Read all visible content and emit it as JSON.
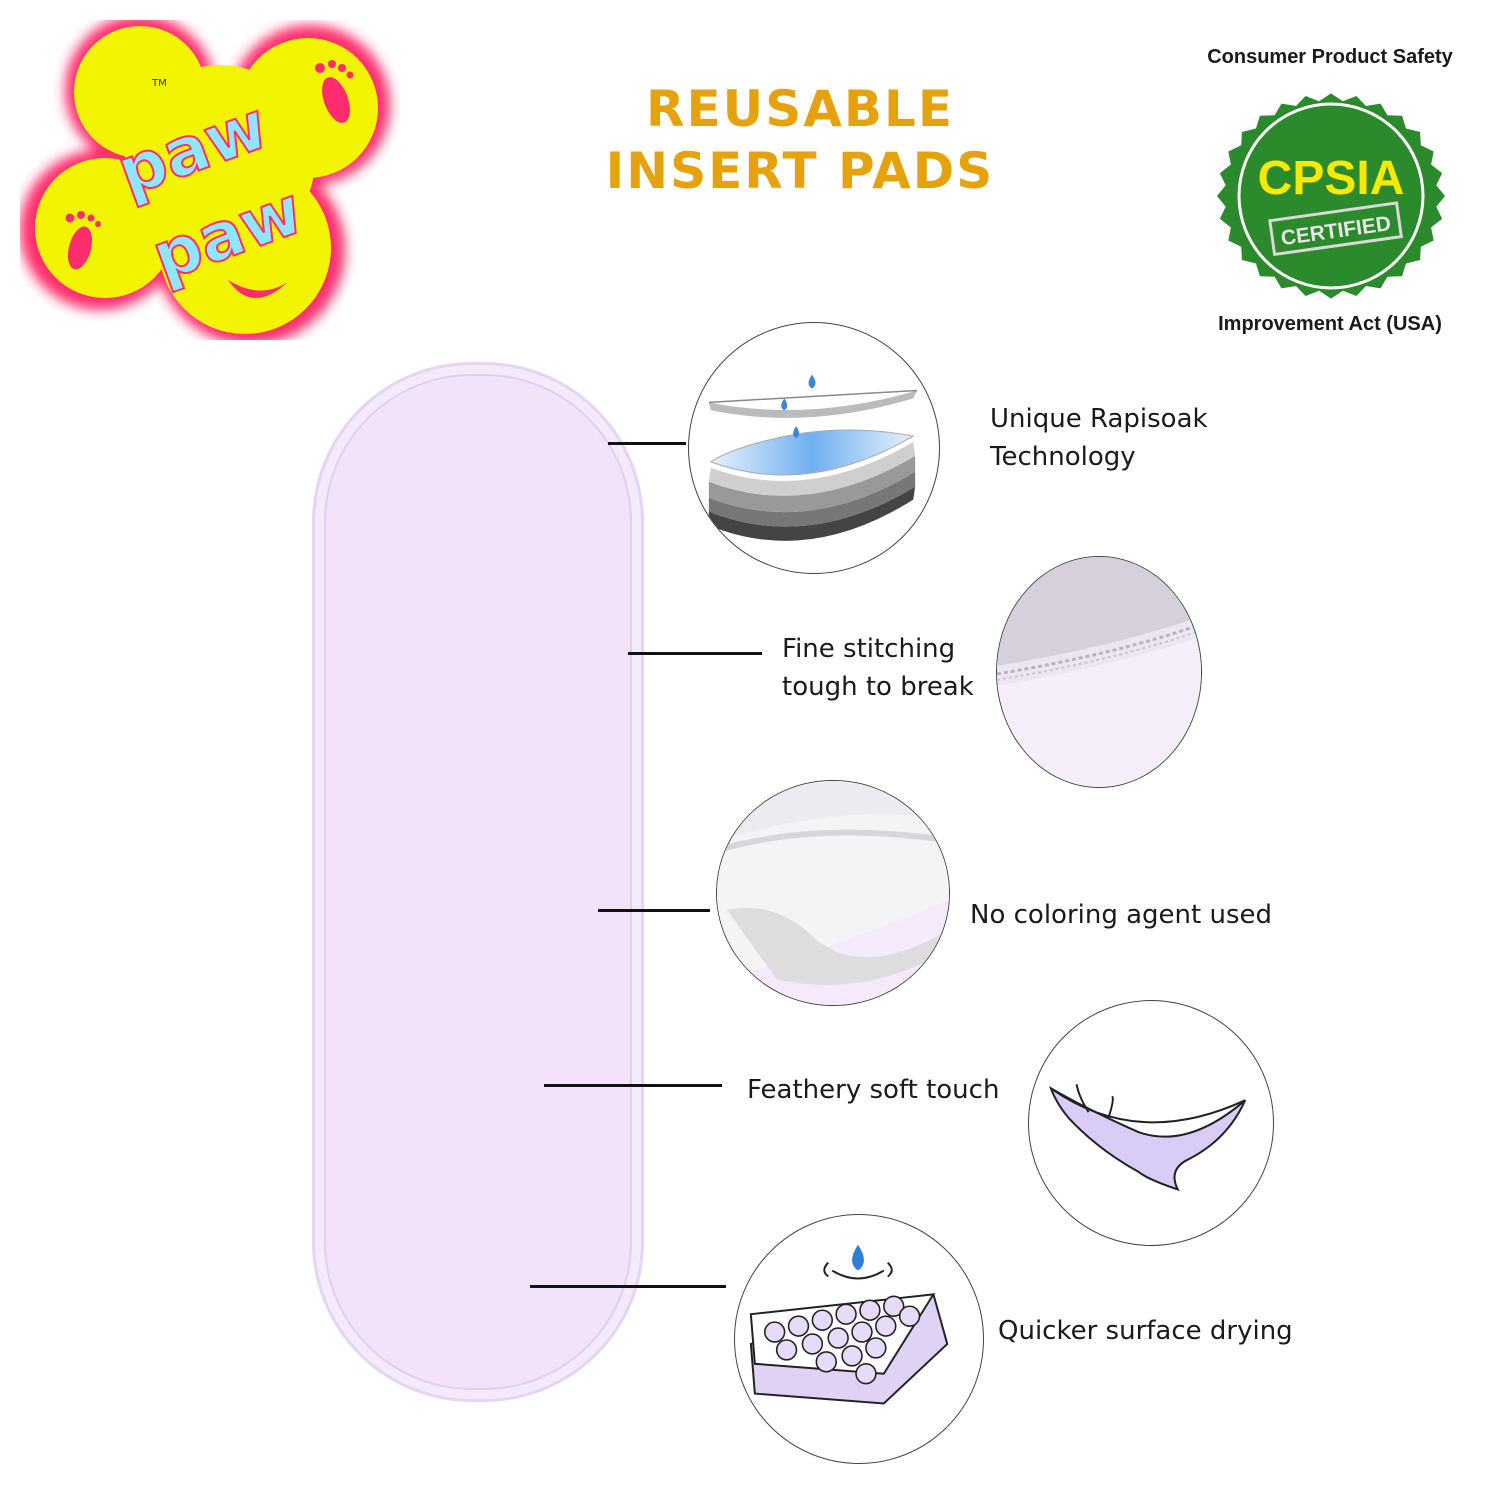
{
  "brand": {
    "logo_text": [
      "paw",
      "paw"
    ],
    "trademark": "TM",
    "colors": {
      "yellow": "#f2f200",
      "pink": "#ff2d6e",
      "cyan": "#7fe3ff"
    }
  },
  "title": {
    "line1": "REUSABLE",
    "line2": "INSERT PADS",
    "color": "#e6a20c"
  },
  "badge": {
    "top_text": "Consumer Product Safety",
    "main": "CPSIA",
    "sub": "CERTIFIED",
    "bottom_text": "Improvement Act (USA)",
    "colors": {
      "green": "#2b8a2b",
      "yellow": "#f7ea00"
    }
  },
  "features": [
    {
      "label": "Unique Rapisoak\n Technology",
      "icon": "layered-pad-icon"
    },
    {
      "label": "Fine stitching\ntough to break",
      "icon": "stitching-closeup-icon"
    },
    {
      "label": "No coloring agent used",
      "icon": "fabric-closeup-icon"
    },
    {
      "label": "Feathery soft touch",
      "icon": "feather-icon"
    },
    {
      "label": "Quicker surface drying",
      "icon": "drying-layers-icon"
    }
  ],
  "pad_color": "#f2e3fb"
}
